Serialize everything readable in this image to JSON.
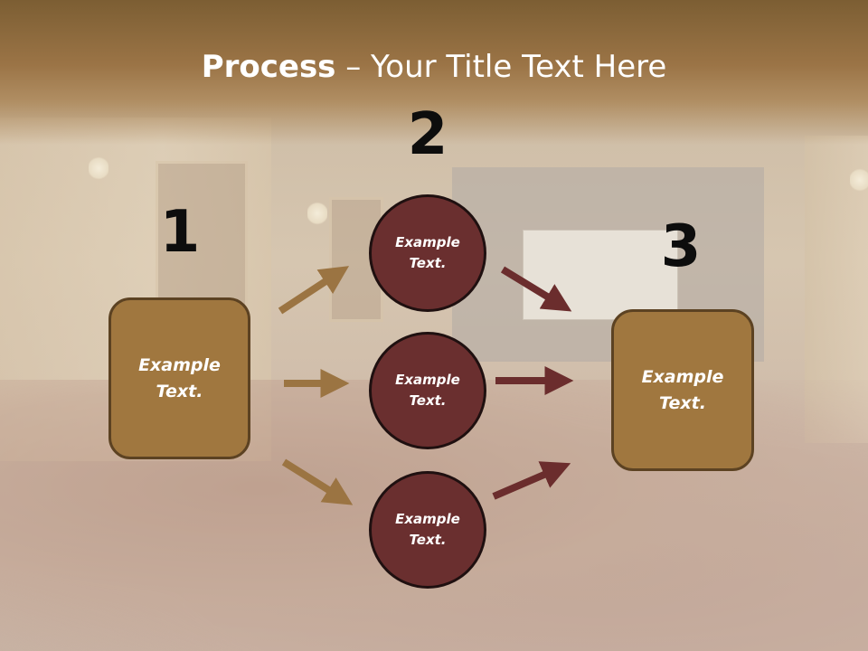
{
  "title": {
    "bold": "Process",
    "rest": " – Your Title Text Here"
  },
  "steps": [
    {
      "number": "1",
      "label": "Example\nText."
    },
    {
      "number": "2",
      "label": "Example\nText."
    },
    {
      "number": "3",
      "label": "Example\nText."
    }
  ],
  "middle_nodes": [
    {
      "label": "Example\nText."
    },
    {
      "label": "Example\nText."
    },
    {
      "label": "Example\nText."
    }
  ],
  "colors": {
    "box_fill": "#a0773f",
    "circle_fill": "#6a2f2f",
    "arrow_gold": "#9b7442",
    "arrow_maroon": "#6b2d2d",
    "header": "#8c6a3c"
  }
}
